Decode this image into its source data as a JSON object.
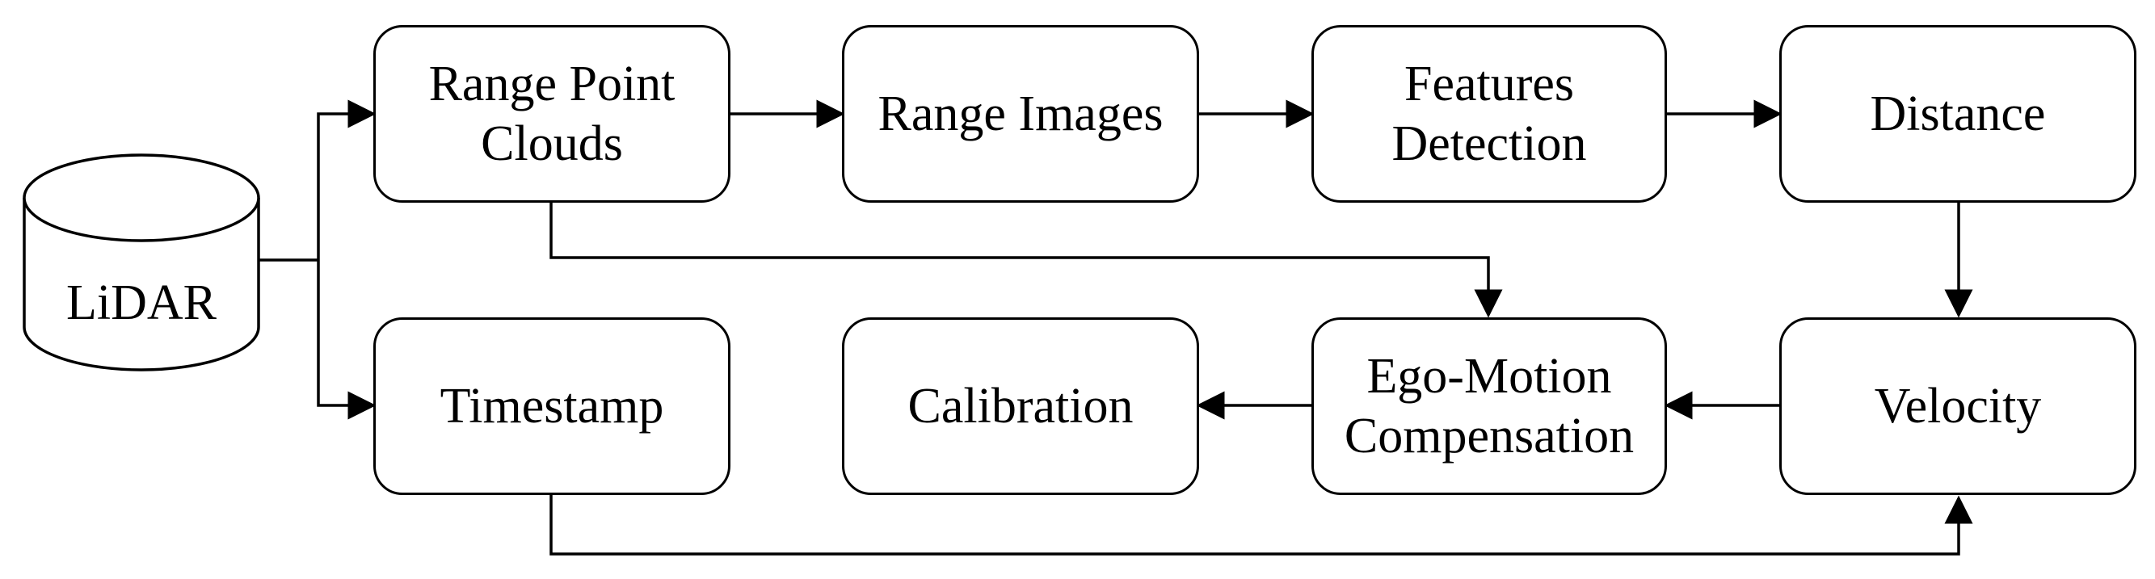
{
  "nodes": {
    "lidar": "LiDAR",
    "range_point_clouds": "Range Point\nClouds",
    "range_images": "Range Images",
    "features_detection": "Features\nDetection",
    "distance": "Distance",
    "timestamp": "Timestamp",
    "calibration": "Calibration",
    "ego_motion_compensation": "Ego-Motion\nCompensation",
    "velocity": "Velocity"
  },
  "edges": [
    {
      "from": "lidar",
      "to": "range_point_clouds"
    },
    {
      "from": "lidar",
      "to": "timestamp"
    },
    {
      "from": "range_point_clouds",
      "to": "range_images"
    },
    {
      "from": "range_images",
      "to": "features_detection"
    },
    {
      "from": "features_detection",
      "to": "distance"
    },
    {
      "from": "distance",
      "to": "velocity"
    },
    {
      "from": "range_point_clouds",
      "to": "ego_motion_compensation"
    },
    {
      "from": "velocity",
      "to": "ego_motion_compensation"
    },
    {
      "from": "ego_motion_compensation",
      "to": "calibration"
    },
    {
      "from": "timestamp",
      "to": "velocity"
    }
  ]
}
